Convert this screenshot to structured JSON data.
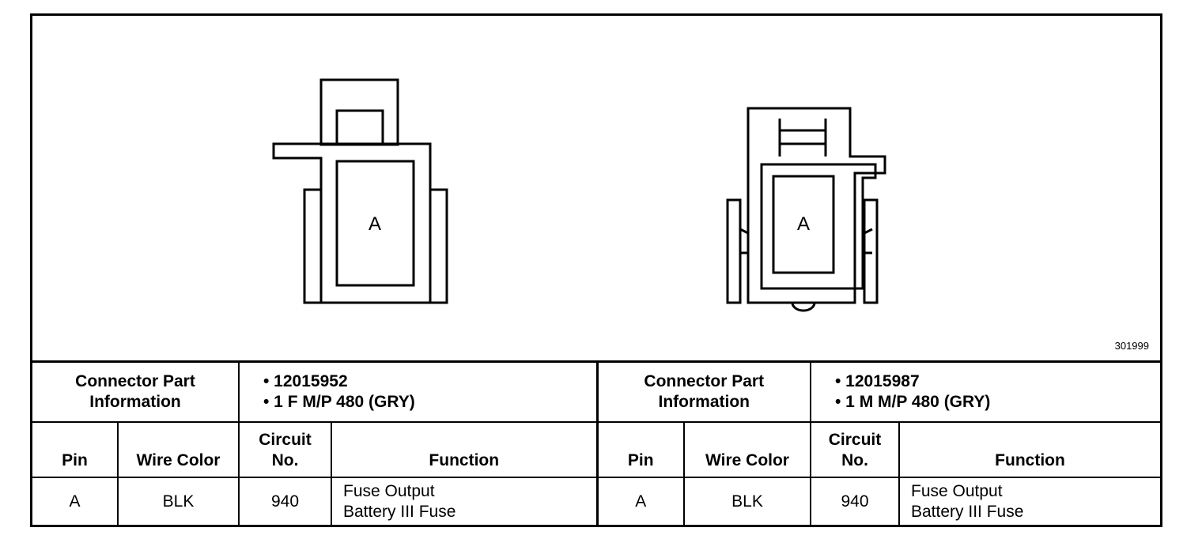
{
  "figure_id": "301999",
  "connectors": [
    {
      "cavity_label": "A",
      "part_info_label": [
        "Connector Part",
        "Information"
      ],
      "part_numbers": [
        "• 12015952",
        "• 1 F M/P 480 (GRY)"
      ],
      "headers": {
        "pin": "Pin",
        "wire_color": "Wire Color",
        "circuit": [
          "Circuit",
          "No."
        ],
        "function": "Function"
      },
      "rows": [
        {
          "pin": "A",
          "wire_color": "BLK",
          "circuit": "940",
          "function": [
            "Fuse Output",
            "Battery III Fuse"
          ]
        }
      ]
    },
    {
      "cavity_label": "A",
      "part_info_label": [
        "Connector Part",
        "Information"
      ],
      "part_numbers": [
        "• 12015987",
        "• 1 M M/P 480 (GRY)"
      ],
      "headers": {
        "pin": "Pin",
        "wire_color": "Wire Color",
        "circuit": [
          "Circuit",
          "No."
        ],
        "function": "Function"
      },
      "rows": [
        {
          "pin": "A",
          "wire_color": "BLK",
          "circuit": "940",
          "function": [
            "Fuse Output",
            "Battery III Fuse"
          ]
        }
      ]
    }
  ]
}
